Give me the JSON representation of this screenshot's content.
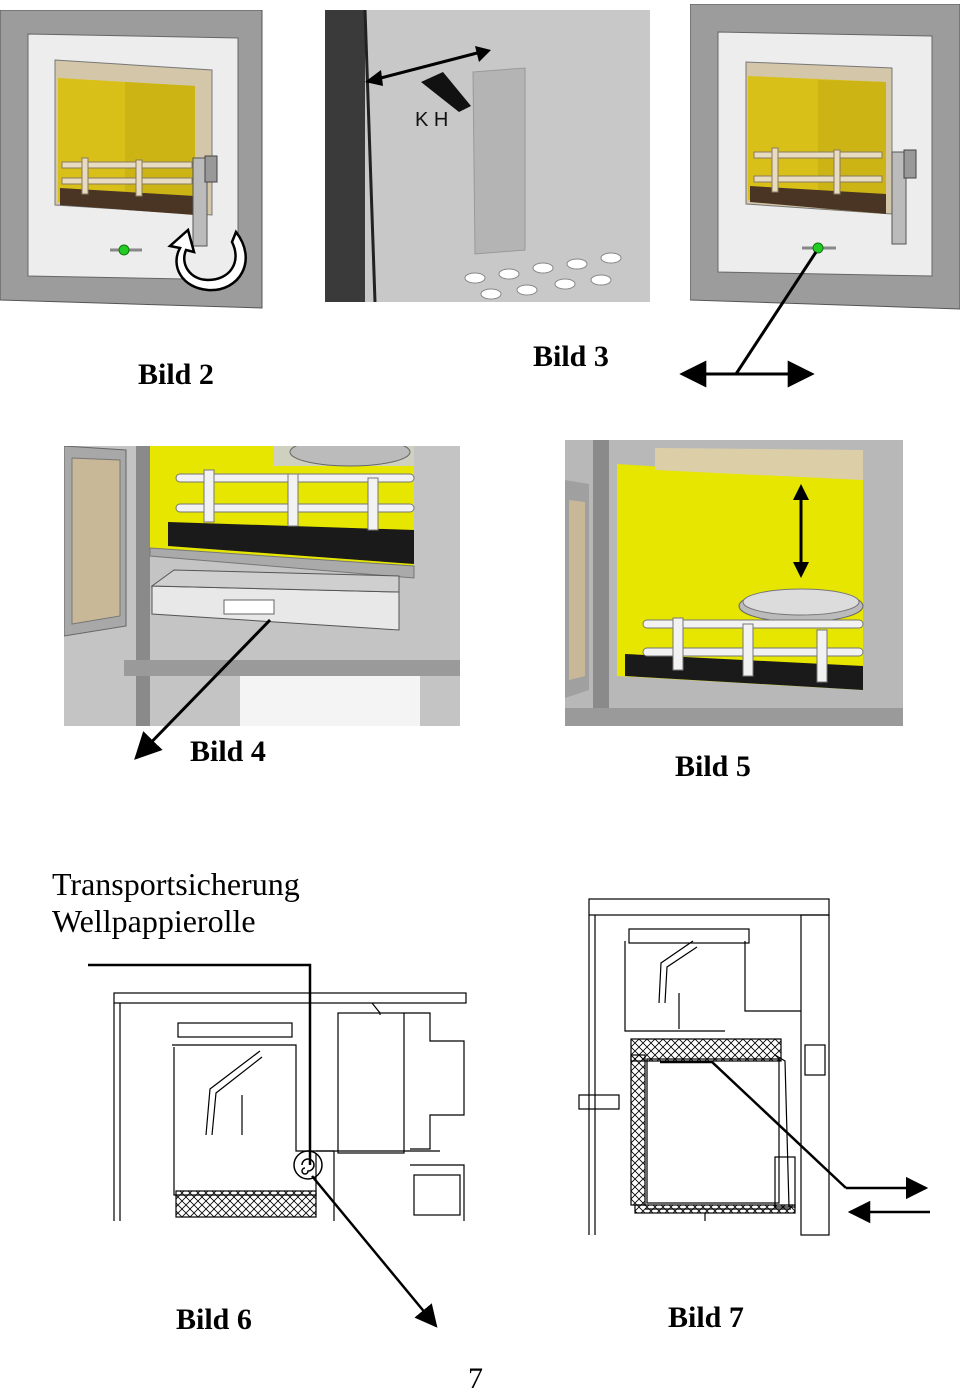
{
  "captions": {
    "bild2": "Bild 2",
    "bild3": "Bild 3",
    "bild4": "Bild 4",
    "bild5": "Bild 5",
    "bild6": "Bild 6",
    "bild7": "Bild 7"
  },
  "bild3_marking": "K H",
  "labels": {
    "line1": "Transportsicherung",
    "line2": "Wellpappierolle"
  },
  "page_number": "7",
  "colors": {
    "frame_gray": "#9a9a9a",
    "firebox_yellow": "#d9c21a",
    "bright_yellow": "#e8e800",
    "door_white": "#efefef",
    "grate_cream": "#e8dcc0",
    "ash_brown": "#4a3525",
    "indicator_green": "#22cc22"
  }
}
